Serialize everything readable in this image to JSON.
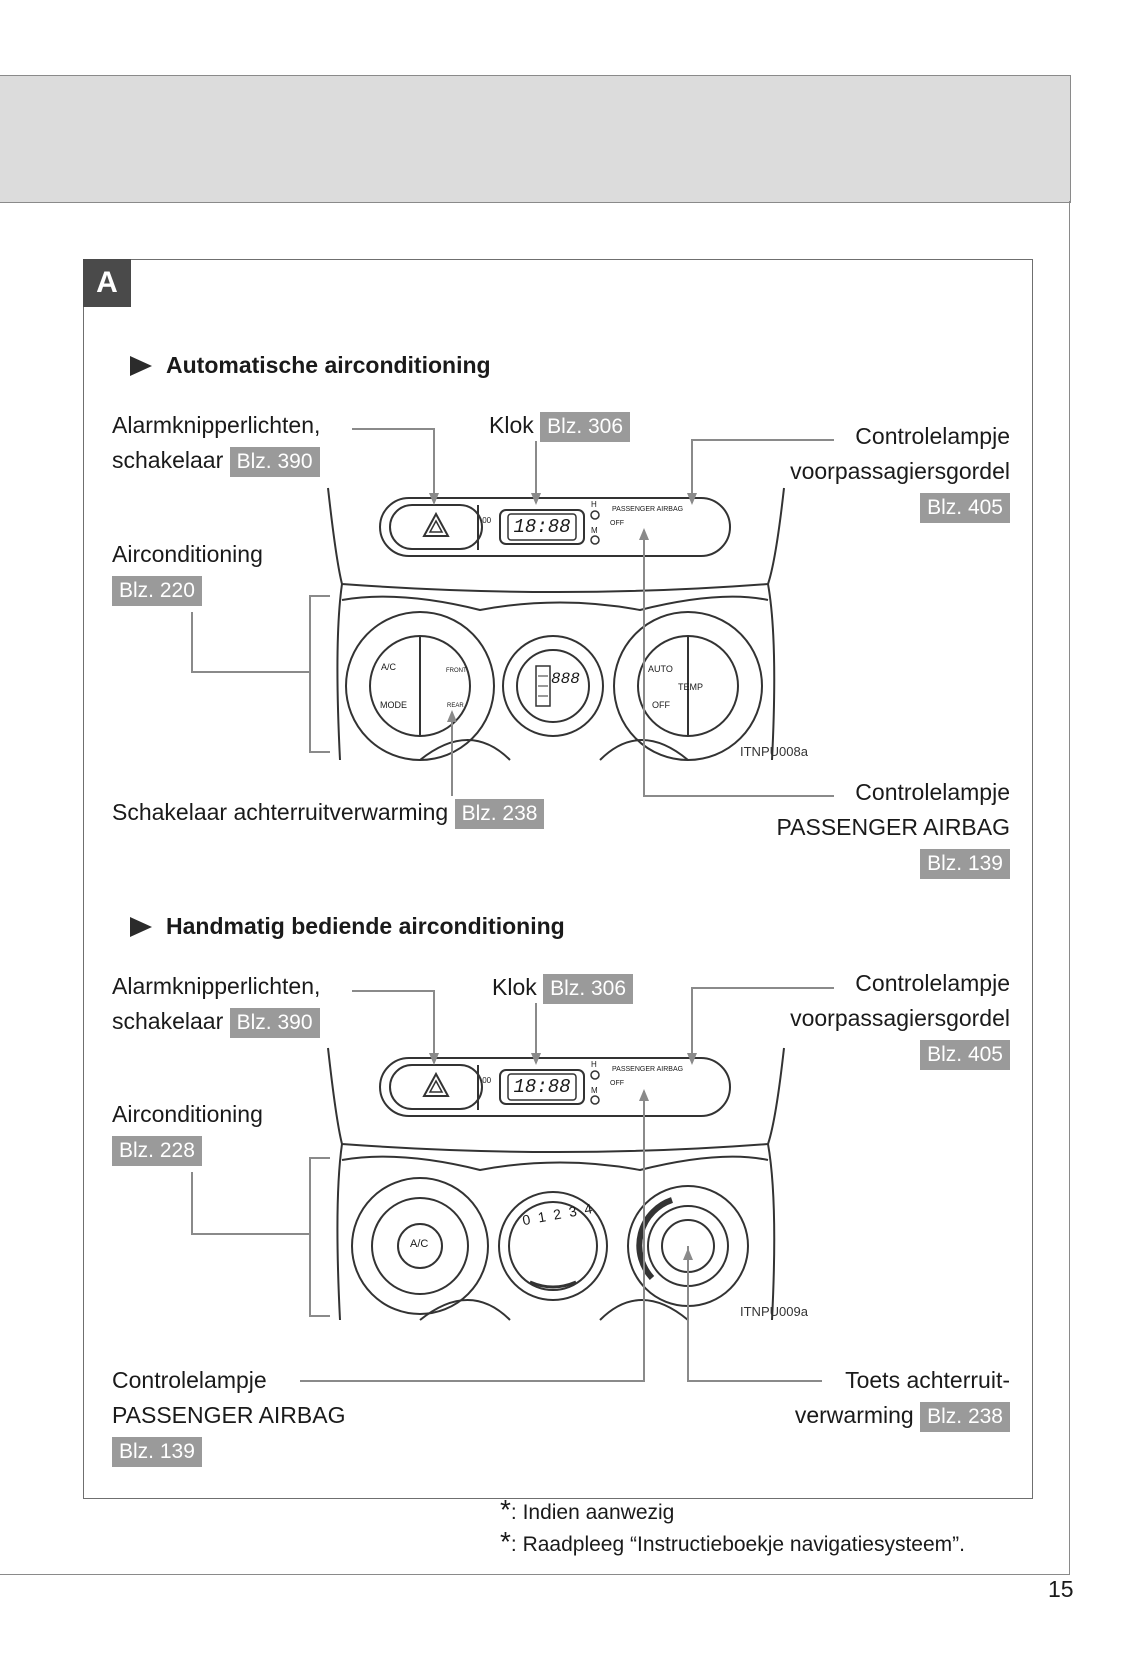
{
  "section_tab": "A",
  "auto": {
    "title": "Automatische airconditioning",
    "hazard": {
      "line1": "Alarmknipperlichten,",
      "line2": "schakelaar",
      "page": "Blz. 390"
    },
    "clock": {
      "label": "Klok",
      "page": "Blz. 306"
    },
    "seatbelt": {
      "line1": "Controlelampje",
      "line2": "voorpassagiersgordel",
      "page": "Blz. 405"
    },
    "aircon": {
      "label": "Airconditioning",
      "page": "Blz. 220"
    },
    "rear_defog": {
      "label": "Schakelaar achterruitverwarming",
      "page": "Blz. 238"
    },
    "airbag": {
      "line1": "Controlelampje",
      "line2": "PASSENGER AIRBAG",
      "page": "Blz. 139"
    },
    "image_code": "ITNPU008a"
  },
  "manual": {
    "title": "Handmatig bediende airconditioning",
    "hazard": {
      "line1": "Alarmknipperlichten,",
      "line2": "schakelaar",
      "page": "Blz. 390"
    },
    "clock": {
      "label": "Klok",
      "page": "Blz. 306"
    },
    "seatbelt": {
      "line1": "Controlelampje",
      "line2": "voorpassagiersgordel",
      "page": "Blz. 405"
    },
    "aircon": {
      "label": "Airconditioning",
      "page": "Blz. 228"
    },
    "airbag": {
      "line1": "Controlelampje",
      "line2": "PASSENGER AIRBAG",
      "page": "Blz. 139"
    },
    "rear_defog": {
      "line1": "Toets achterruit-",
      "line2": "verwarming",
      "page": "Blz. 238"
    },
    "image_code": "ITNPU009a"
  },
  "panel_text": {
    "clock_display": "18:88",
    "passenger_airbag": "PASSENGER AIRBAG",
    "off": "OFF",
    "h": "H",
    "m": "M",
    "zero_zero": ":00",
    "ac": "A/C",
    "mode": "MODE",
    "front": "FRONT",
    "rear": "REAR",
    "auto": "AUTO",
    "temp": "TEMP",
    "off2": "OFF",
    "fan_display": "888",
    "fan_numbers": "0 1 2 3 4"
  },
  "notes": [
    {
      "mark": "*",
      "text": ": Indien aanwezig"
    },
    {
      "mark": "*",
      "text": ": Raadpleeg “Instructieboekje navigatiesysteem”."
    }
  ],
  "page_number": "15"
}
